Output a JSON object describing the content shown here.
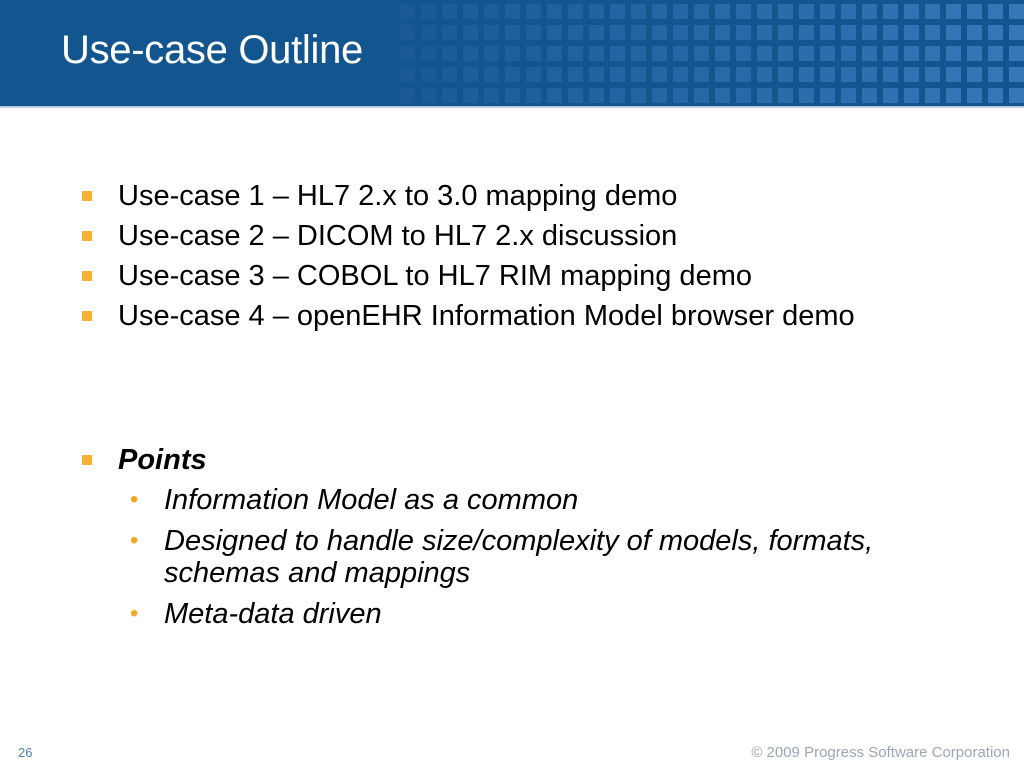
{
  "slide": {
    "title": "Use-case Outline",
    "bullets": [
      "Use-case 1 – HL7 2.x to 3.0 mapping demo",
      "Use-case 2 – DICOM to HL7 2.x discussion",
      "Use-case 3 – COBOL to HL7 RIM mapping demo",
      "Use-case 4 – openEHR Information Model browser demo"
    ],
    "points": {
      "heading": "Points",
      "items": [
        "Information Model as a common",
        "Designed to handle size/complexity of models, formats, schemas and mappings",
        "Meta-data driven"
      ]
    }
  },
  "footer": {
    "page_number": "26",
    "copyright": "© 2009 Progress Software Corporation"
  },
  "colors": {
    "header": "#13558f",
    "bullet": "#f5b335"
  }
}
